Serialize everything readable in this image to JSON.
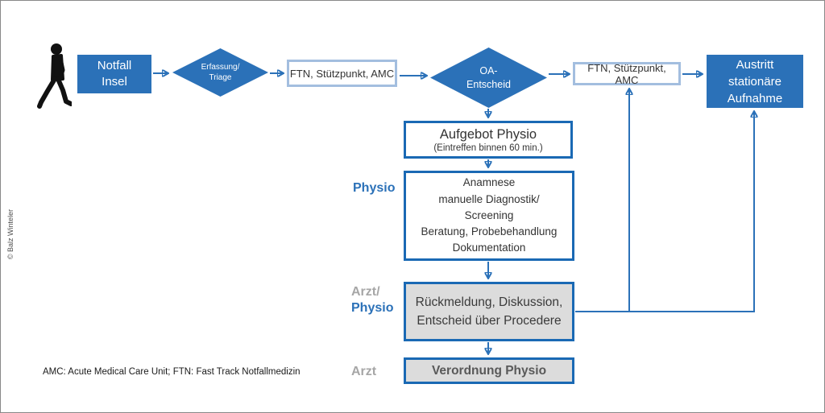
{
  "colors": {
    "accent_blue": "#2B71B8",
    "border_blue": "#1A69B4",
    "light_blue_border": "#A3BEDF",
    "gray_fill": "#DCDCDC",
    "gray_label": "#A6A6A6",
    "dark_text": "#333333",
    "mid_text": "#595959",
    "frame_gray": "#888888"
  },
  "diagram": {
    "nodes": {
      "notfall": {
        "label": "Notfall\nInsel"
      },
      "erfassung": {
        "label": "Erfassung/\nTriage"
      },
      "ftn1": {
        "label": "FTN, Stützpunkt, AMC"
      },
      "oa": {
        "label": "OA-\nEntscheid"
      },
      "ftn2": {
        "label": "FTN, Stützpunkt, AMC"
      },
      "austritt": {
        "label": "Austritt\nstationäre\nAufnahme"
      },
      "aufgebot": {
        "title": "Aufgebot Physio",
        "subtitle": "(Eintreffen binnen 60 min.)"
      },
      "anamnese": {
        "label": "Anamnese\nmanuelle Diagnostik/\nScreening\nBeratung, Probebehandlung\nDokumentation"
      },
      "rueckmeldung": {
        "label": "Rückmeldung, Diskussion,\nEntscheid über Procedere"
      },
      "verordnung": {
        "label": "Verordnung Physio"
      }
    },
    "row_labels": {
      "physio": "Physio",
      "arzt_slash": "Arzt/",
      "arzt_physio": "Physio",
      "arzt": "Arzt"
    },
    "footnote": "AMC: Acute Medical Care Unit; FTN: Fast Track Notfallmedizin",
    "copyright": "© Balz Winteler"
  }
}
